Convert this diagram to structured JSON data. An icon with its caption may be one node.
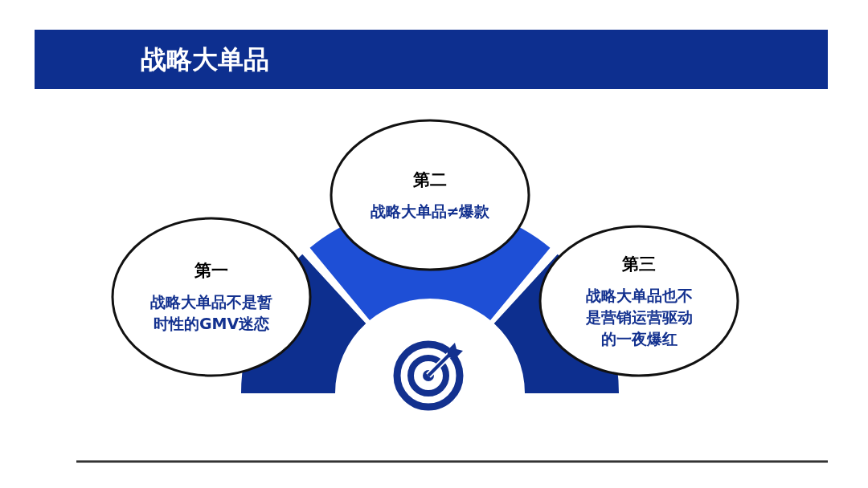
{
  "diagram": {
    "title": "战略大单品",
    "nodes": [
      {
        "text": [
          "第一",
          "战略大单品不是暂时性的GMV迷恋"
        ]
      },
      {
        "text": [
          "第二",
          "战略大单品≠爆款"
        ]
      },
      {
        "text": [
          "第三",
          "战略大单品也不是营销运营驱动的一夜爆红"
        ]
      }
    ]
  }
}
